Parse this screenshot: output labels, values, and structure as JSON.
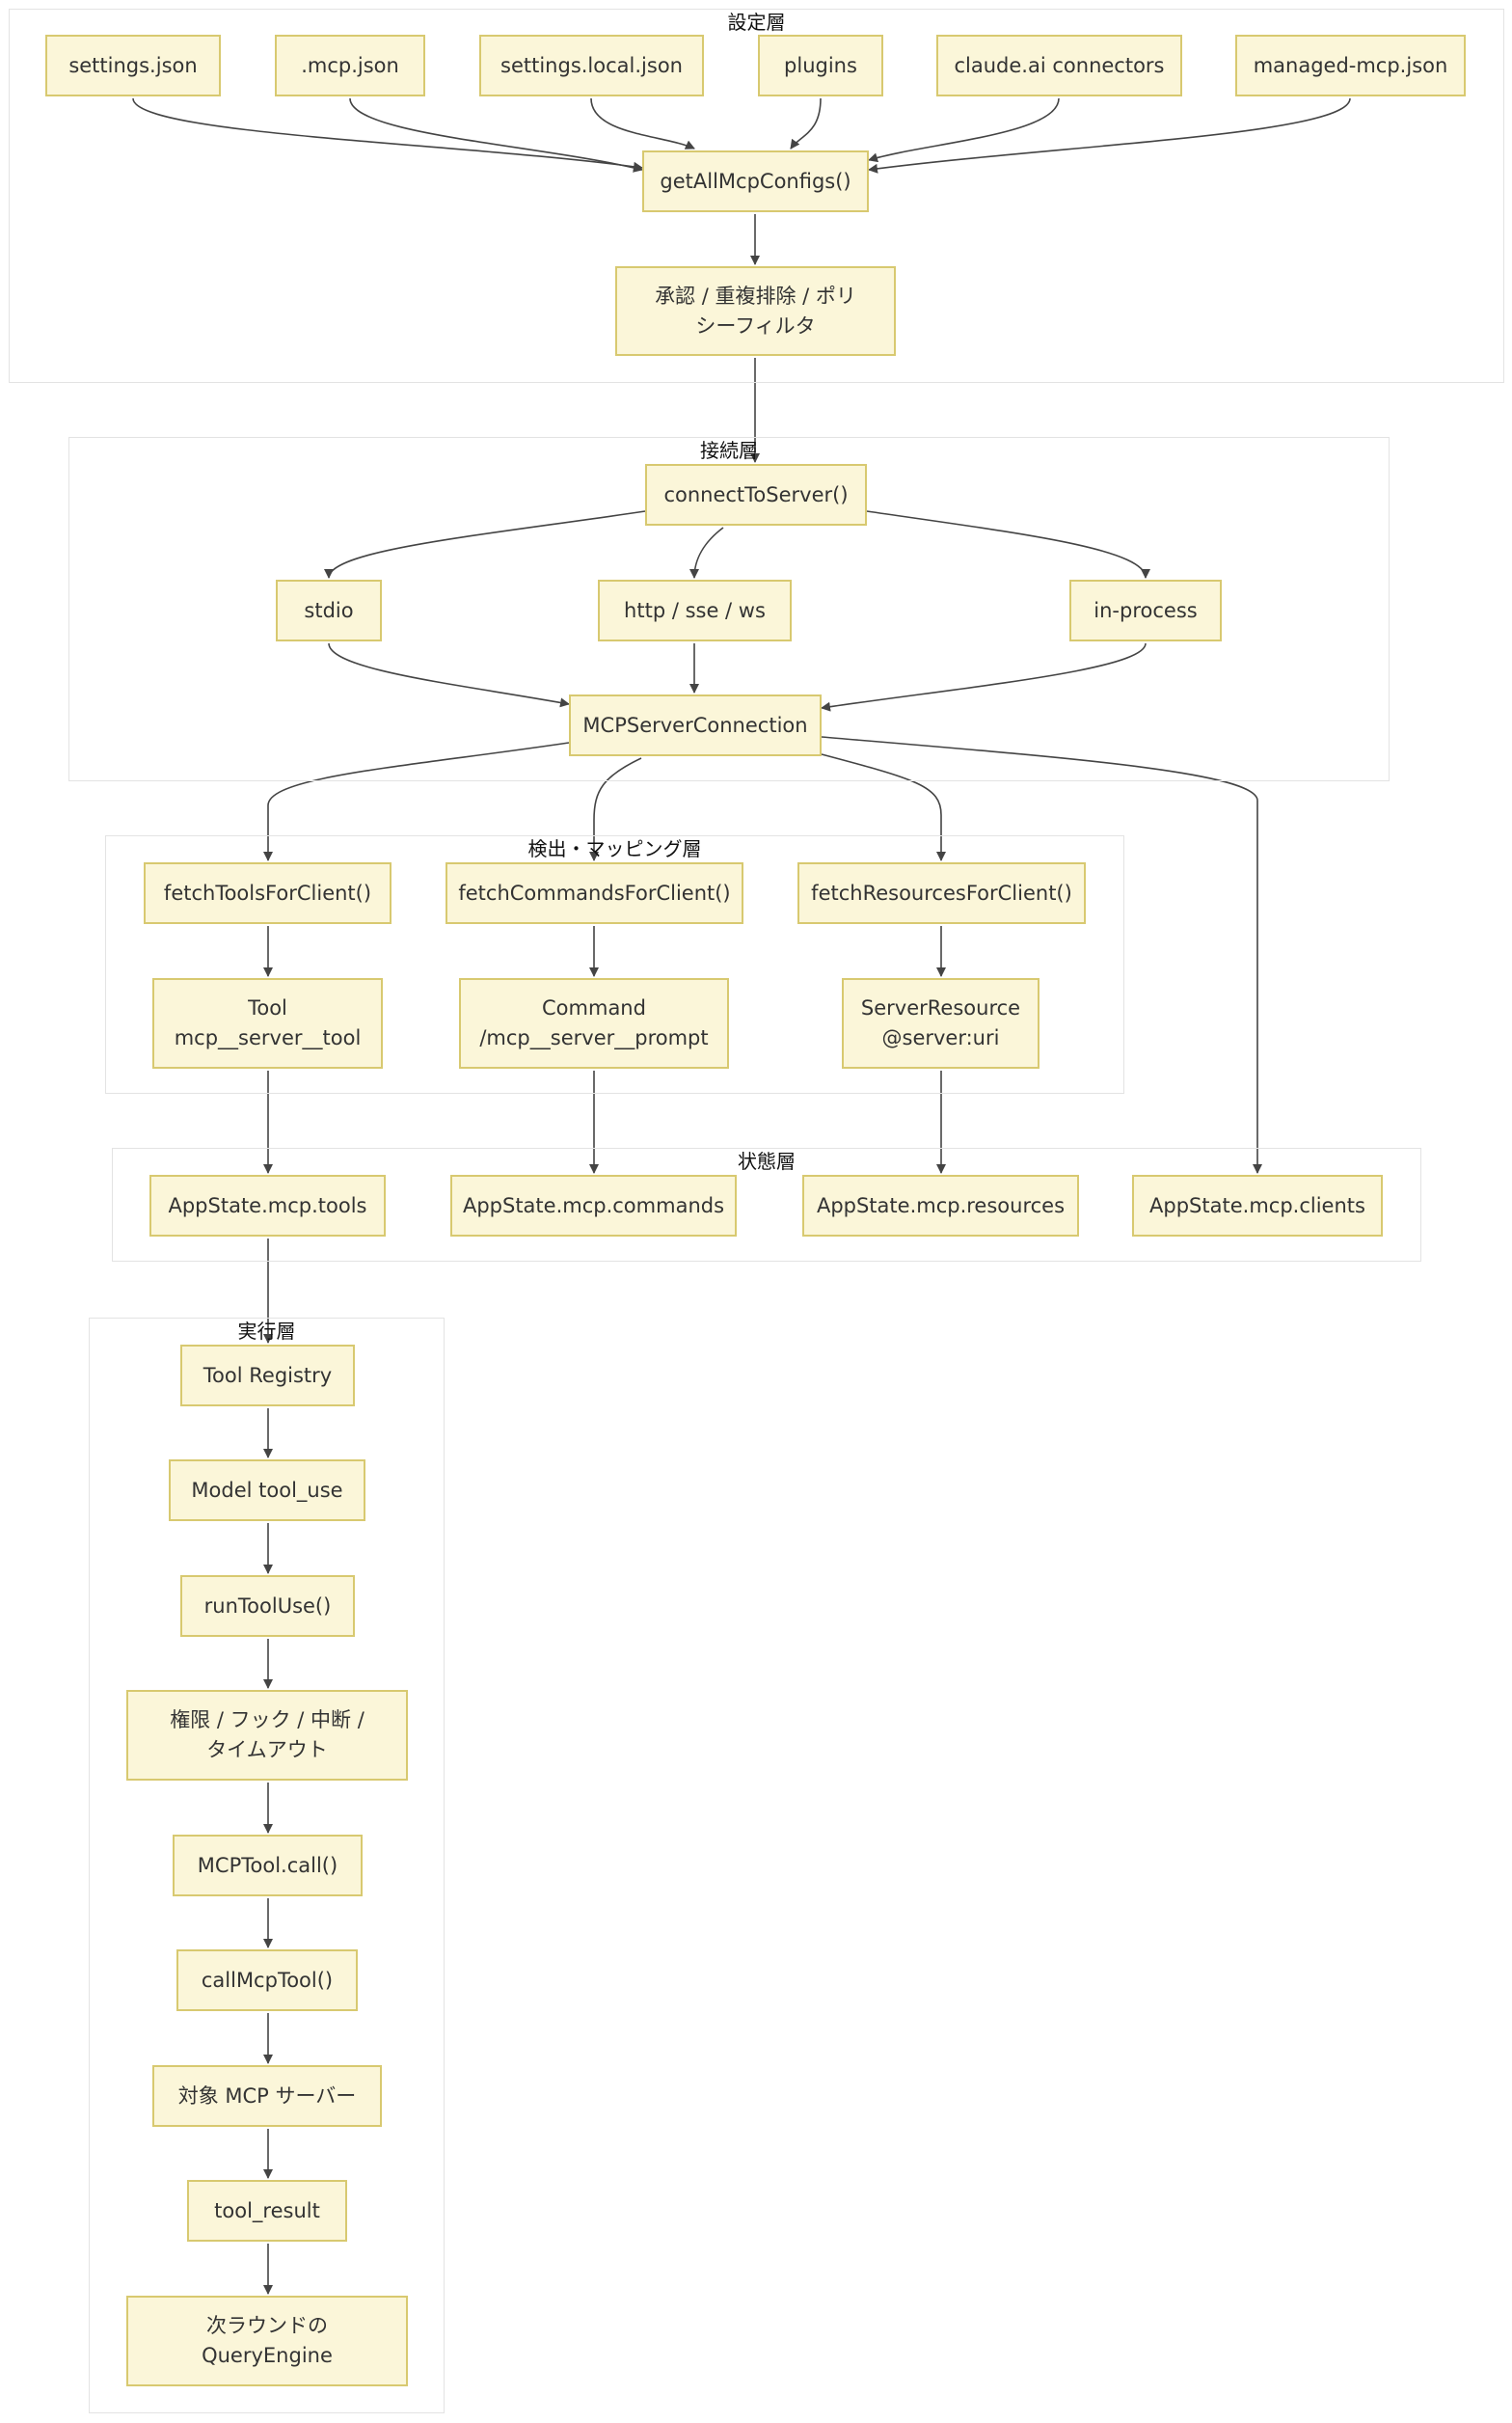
{
  "colors": {
    "node_fill": "#fbf6d9",
    "node_border": "#d8c970",
    "edge": "#444444",
    "group_border": "#e3e3e3"
  },
  "groups": {
    "config": "設定層",
    "connect": "接続層",
    "discover": "検出・マッピング層",
    "state": "状態層",
    "exec": "実行層"
  },
  "nodes": {
    "settings_json": "settings.json",
    "mcp_json": ".mcp.json",
    "settings_local": "settings.local.json",
    "plugins": "plugins",
    "claude_ai": "claude.ai connectors",
    "managed_mcp": "managed-mcp.json",
    "get_all": "getAllMcpConfigs()",
    "approve": "承認 / 重複排除 / ポリ\nシーフィルタ",
    "connect": "connectToServer()",
    "stdio": "stdio",
    "http": "http / sse / ws",
    "inproc": "in-process",
    "mcp_conn": "MCPServerConnection",
    "fetch_tools": "fetchToolsForClient()",
    "fetch_cmds": "fetchCommandsForClient()",
    "fetch_res": "fetchResourcesForClient()",
    "tool": "Tool\nmcp__server__tool",
    "command": "Command\n/mcp__server__prompt",
    "server_res": "ServerResource\n@server:uri",
    "state_tools": "AppState.mcp.tools",
    "state_cmds": "AppState.mcp.commands",
    "state_res": "AppState.mcp.resources",
    "state_clients": "AppState.mcp.clients",
    "registry": "Tool Registry",
    "model_tool_use": "Model tool_use",
    "run_tool_use": "runToolUse()",
    "perm": "権限 / フック / 中断 /\nタイムアウト",
    "mcp_call": "MCPTool.call()",
    "call_mcp": "callMcpTool()",
    "target": "対象 MCP サーバー",
    "tool_result": "tool_result",
    "next_round": "次ラウンドの\nQueryEngine"
  }
}
